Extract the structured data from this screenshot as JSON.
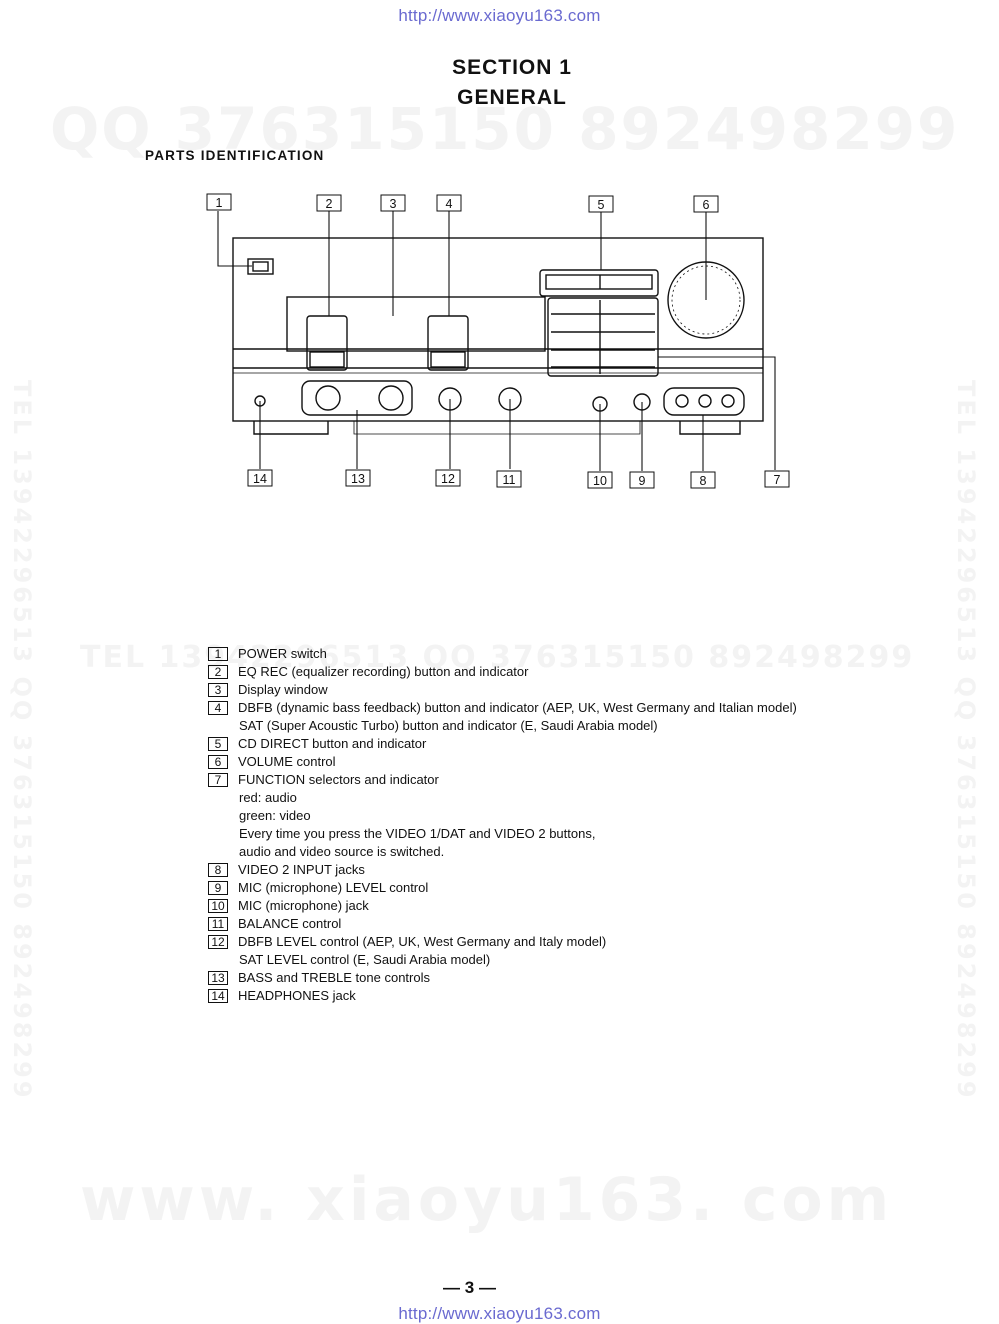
{
  "header": {
    "url": "http://www.xiaoyu163.com",
    "section": "SECTION 1",
    "subtitle": "GENERAL",
    "label": "PARTS IDENTIFICATION"
  },
  "watermarks": {
    "qq": "QQ 376315150   892498299",
    "tel": "TEL  13942296513          QQ  376315150  892498299",
    "side": "TEL 13942296513  QQ 376315150  892498299",
    "www": "www. xiaoyu163. com"
  },
  "diagram": {
    "callouts": [
      "1",
      "2",
      "3",
      "4",
      "5",
      "6",
      "14",
      "13",
      "12",
      "11",
      "10",
      "9",
      "8",
      "7"
    ]
  },
  "parts": [
    {
      "num": "1",
      "text": "POWER switch"
    },
    {
      "num": "2",
      "text": "EQ REC (equalizer recording) button and indicator"
    },
    {
      "num": "3",
      "text": "Display window"
    },
    {
      "num": "4",
      "text": "DBFB (dynamic bass feedback) button and indicator  (AEP, UK, West Germany and Italian model)",
      "cont": [
        "SAT (Super Acoustic Turbo) button and indicator (E, Saudi Arabia model)"
      ]
    },
    {
      "num": "5",
      "text": "CD DIRECT button and indicator"
    },
    {
      "num": "6",
      "text": "VOLUME control"
    },
    {
      "num": "7",
      "text": "FUNCTION selectors and indicator",
      "cont": [
        "red: audio",
        "green: video",
        "Every time you press the VIDEO 1/DAT and VIDEO 2 buttons,",
        "audio and video source is switched."
      ]
    },
    {
      "num": "8",
      "text": "VIDEO 2 INPUT jacks"
    },
    {
      "num": "9",
      "text": "MIC (microphone) LEVEL control"
    },
    {
      "num": "10",
      "text": "MIC (microphone) jack"
    },
    {
      "num": "11",
      "text": "BALANCE control"
    },
    {
      "num": "12",
      "text": "DBFB LEVEL control (AEP, UK, West Germany and Italy model)",
      "cont": [
        "SAT LEVEL control (E, Saudi Arabia model)"
      ]
    },
    {
      "num": "13",
      "text": "BASS and TREBLE tone controls"
    },
    {
      "num": "14",
      "text": "HEADPHONES jack"
    }
  ],
  "footer": {
    "page": "— 3 —",
    "url": "http://www.xiaoyu163.com"
  }
}
